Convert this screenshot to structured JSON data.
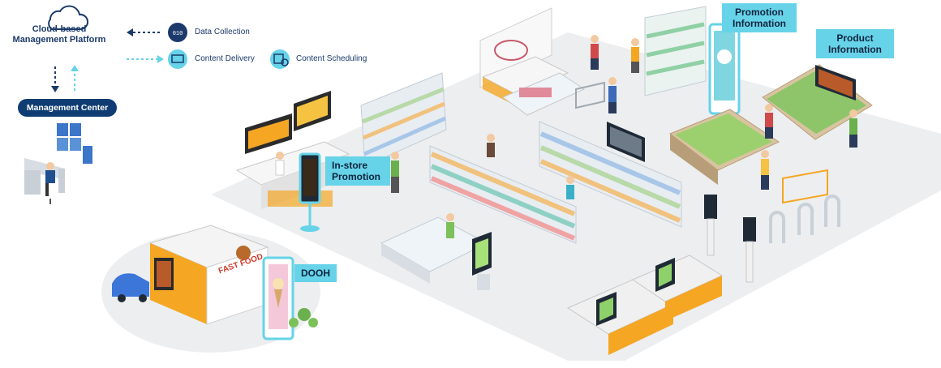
{
  "architecture": {
    "platform_title": "Cloud-based Management Platform",
    "management_center": "Management Center"
  },
  "legend": [
    {
      "label": "Data Collection",
      "icon": "data-collection-icon"
    },
    {
      "label": "Content Delivery",
      "icon": "content-delivery-icon"
    },
    {
      "label": "Content Scheduling",
      "icon": "content-scheduling-icon"
    }
  ],
  "callouts": {
    "promotion_information": "Promotion Information",
    "product_information": "Product Information",
    "in_store_promotion": "In-store Promotion",
    "dooh": "DOOH"
  },
  "signage_text": {
    "fast_food": "FAST FOOD"
  },
  "colors": {
    "navy": "#0f3d73",
    "cyan": "#66d3e8",
    "accent_orange": "#f5a623",
    "floor": "#eceef0"
  }
}
